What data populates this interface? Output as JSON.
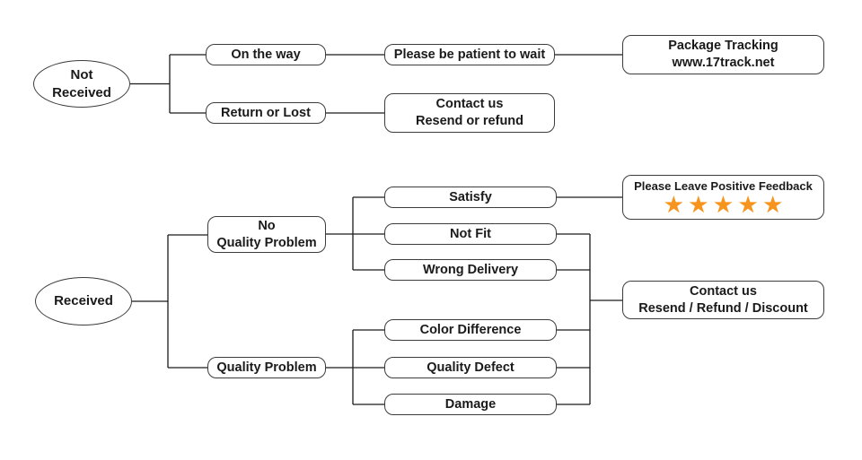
{
  "colors": {
    "background": "#ffffff",
    "fill": "#ffffff",
    "border": "#3c3c3c",
    "line": "#1a1a1a",
    "text": "#1a1a1a",
    "star": "#f7941d"
  },
  "nodes": {
    "not_received": {
      "line1": "Not",
      "line2": "Received"
    },
    "on_the_way": {
      "label": "On the way"
    },
    "please_be_patient": {
      "label": "Please be patient to wait"
    },
    "package_tracking": {
      "line1": "Package Tracking",
      "line2": "www.17track.net"
    },
    "return_or_lost": {
      "label": "Return or Lost"
    },
    "contact_us_top": {
      "line1": "Contact us",
      "line2": "Resend or refund"
    },
    "received": {
      "label": "Received"
    },
    "no_quality_problem": {
      "line1": "No",
      "line2": "Quality Problem"
    },
    "quality_problem": {
      "label": "Quality Problem"
    },
    "satisfy": {
      "label": "Satisfy"
    },
    "not_fit": {
      "label": "Not Fit"
    },
    "wrong_delivery": {
      "label": "Wrong Delivery"
    },
    "color_difference": {
      "label": "Color Difference"
    },
    "quality_defect": {
      "label": "Quality Defect"
    },
    "damage": {
      "label": "Damage"
    },
    "positive_feedback": {
      "label": "Please Leave Positive Feedback",
      "stars": "★★★★★",
      "star_count": 5
    },
    "contact_us_bottom": {
      "line1": "Contact us",
      "line2": "Resend / Refund / Discount"
    }
  },
  "edges": [
    [
      "Not Received",
      "On the way"
    ],
    [
      "Not Received",
      "Return or Lost"
    ],
    [
      "On the way",
      "Please be patient to wait"
    ],
    [
      "Please be patient to wait",
      "Package Tracking www.17track.net"
    ],
    [
      "Return or Lost",
      "Contact us Resend or refund"
    ],
    [
      "Received",
      "No Quality Problem"
    ],
    [
      "Received",
      "Quality Problem"
    ],
    [
      "No Quality Problem",
      "Satisfy"
    ],
    [
      "No Quality Problem",
      "Not Fit"
    ],
    [
      "No Quality Problem",
      "Wrong Delivery"
    ],
    [
      "Quality Problem",
      "Color Difference"
    ],
    [
      "Quality Problem",
      "Quality Defect"
    ],
    [
      "Quality Problem",
      "Damage"
    ],
    [
      "Satisfy",
      "Please Leave Positive Feedback"
    ],
    [
      "Not Fit",
      "Contact us Resend / Refund / Discount"
    ],
    [
      "Wrong Delivery",
      "Contact us Resend / Refund / Discount"
    ],
    [
      "Color Difference",
      "Contact us Resend / Refund / Discount"
    ],
    [
      "Quality Defect",
      "Contact us Resend / Refund / Discount"
    ],
    [
      "Damage",
      "Contact us Resend / Refund / Discount"
    ]
  ]
}
